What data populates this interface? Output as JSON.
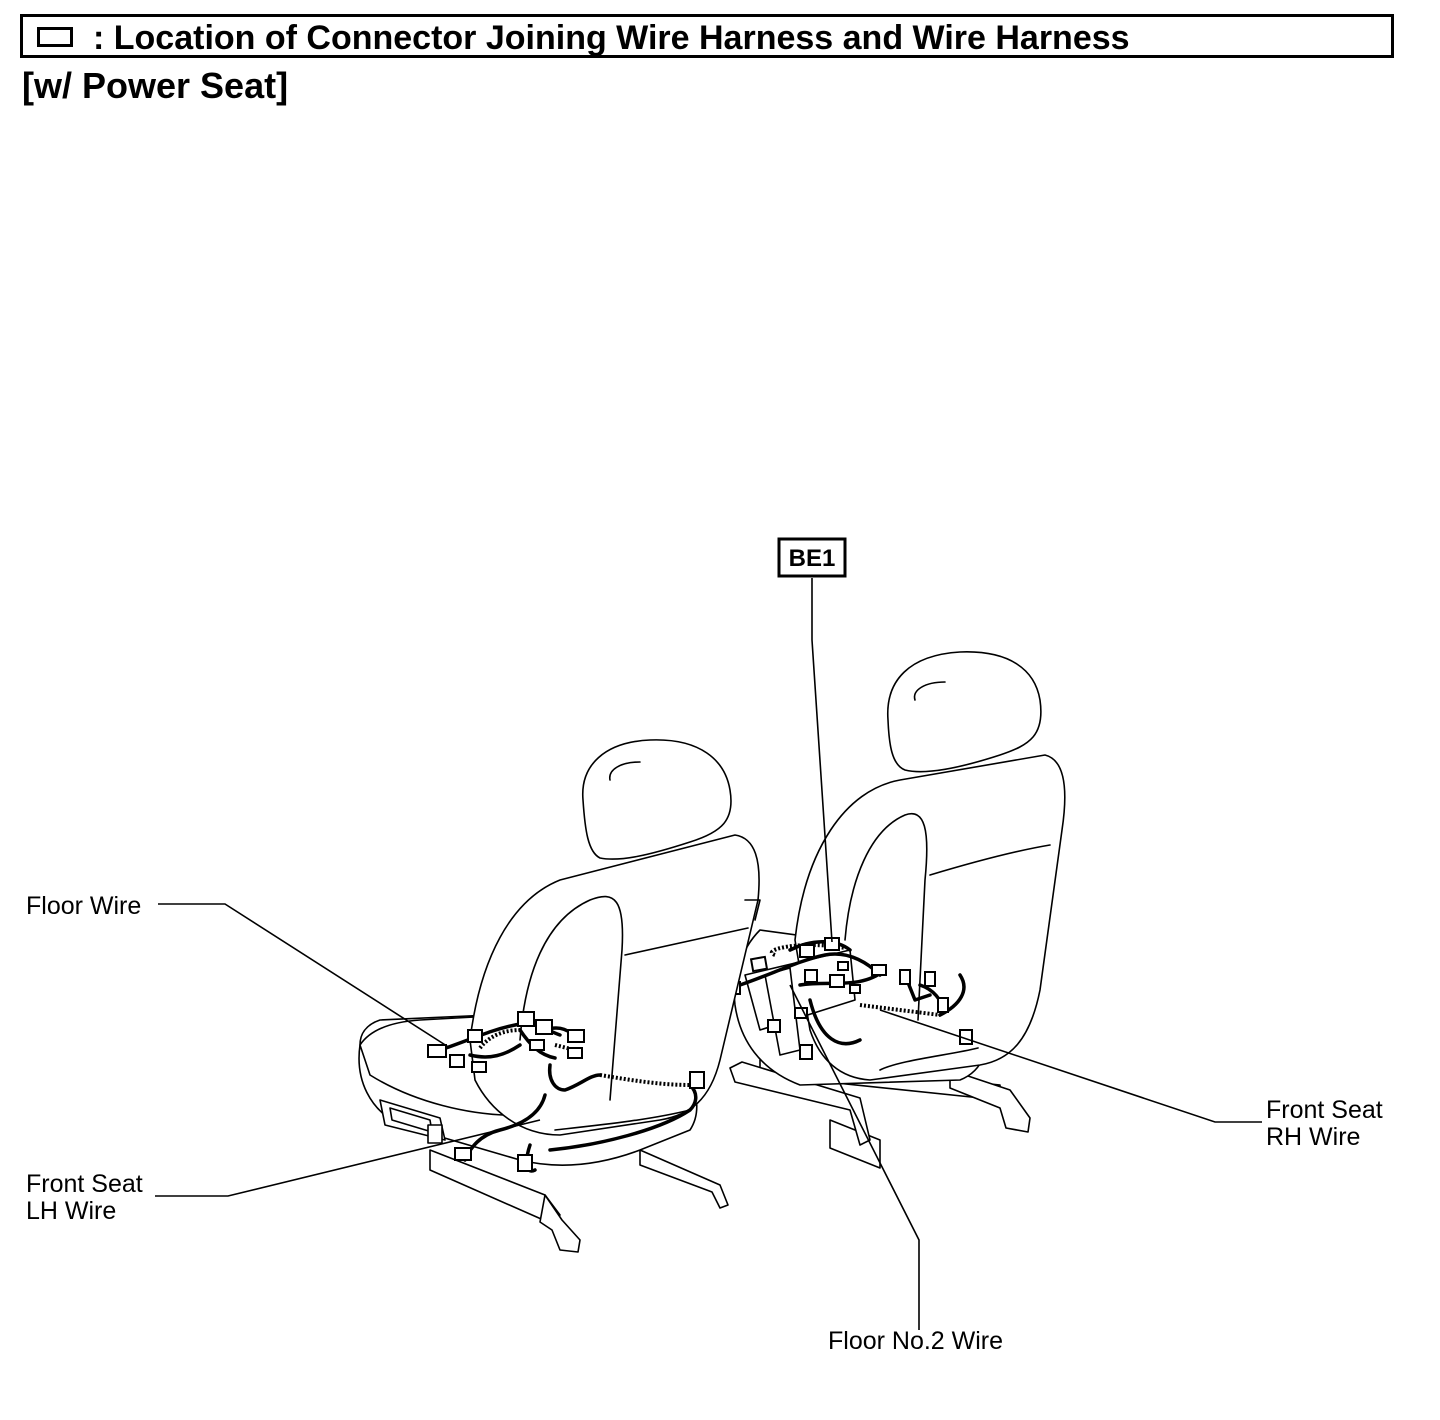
{
  "header": {
    "title": ": Location of Connector Joining Wire Harness and Wire Harness",
    "subtitle": "[w/ Power Seat]"
  },
  "connector": {
    "code": "BE1"
  },
  "labels": {
    "floor_wire": "Floor Wire",
    "front_seat_lh_line1": "Front Seat",
    "front_seat_lh_line2": "LH Wire",
    "front_seat_rh_line1": "Front Seat",
    "front_seat_rh_line2": "RH Wire",
    "floor_no2_wire": "Floor No.2 Wire"
  }
}
